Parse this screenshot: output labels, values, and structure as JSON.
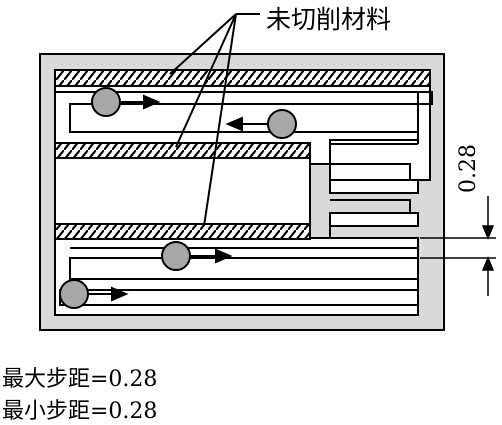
{
  "diagram": {
    "annotation_label": "未切削材料",
    "dimension_label": "0.28",
    "stats": {
      "max_step": "最大步距=0.28",
      "min_step": "最小步距=0.28"
    }
  },
  "colors": {
    "plate_fill": "#d9d9d9",
    "background": "#ffffff",
    "stroke": "#000000",
    "tool_fill": "#a8a8a8"
  }
}
